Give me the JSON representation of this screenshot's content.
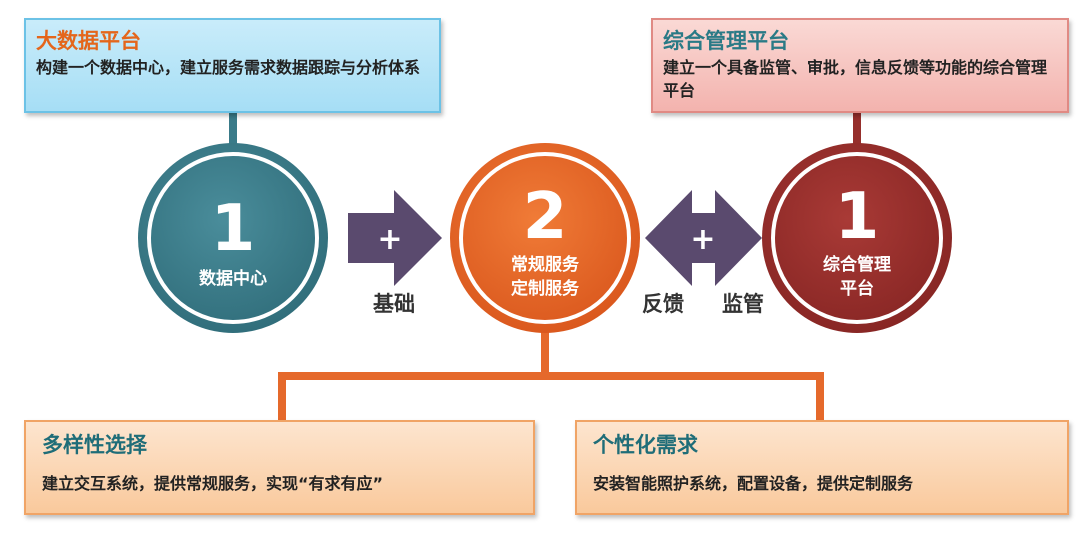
{
  "boxes": {
    "big_data": {
      "title": "大数据平台",
      "desc": "构建一个数据中心，建立服务需求数据跟踪与分析体系"
    },
    "mgmt": {
      "title": "综合管理平台",
      "desc": "建立一个具备监管、审批，信息反馈等功能的综合管理平台"
    },
    "diverse": {
      "title": "多样性选择",
      "desc": "建立交互系统，提供常规服务，实现“有求有应”"
    },
    "personal": {
      "title": "个性化需求",
      "desc": "安装智能照护系统，配置设备，提供定制服务"
    }
  },
  "circles": {
    "left": {
      "number": "1",
      "label1": "数据中心",
      "label2": "",
      "color": "#3a7b89"
    },
    "center": {
      "number": "2",
      "label1": "常规服务",
      "label2": "定制服务",
      "color": "#e5692b"
    },
    "right": {
      "number": "1",
      "label1": "综合管理",
      "label2": "平台",
      "color": "#962f2c"
    }
  },
  "connectors": {
    "plus_left": "+",
    "plus_right": "+",
    "foundation": "基础",
    "feedback": "反馈",
    "supervision": "监管",
    "arrow_color": "#5a4a6e"
  }
}
